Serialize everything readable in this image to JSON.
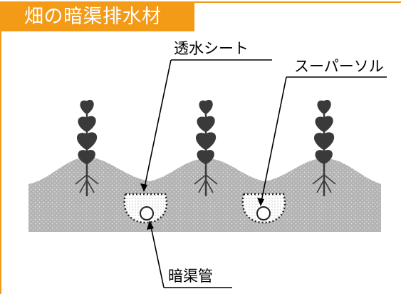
{
  "title": "畑の暗渠排水材",
  "labels": {
    "sheet": "透水シート",
    "supersoil": "スーパーソル",
    "pipe": "暗渠管"
  },
  "colors": {
    "accent": "#f39a16",
    "soil": "#b7b7b7",
    "plant": "#3a3a3a"
  }
}
